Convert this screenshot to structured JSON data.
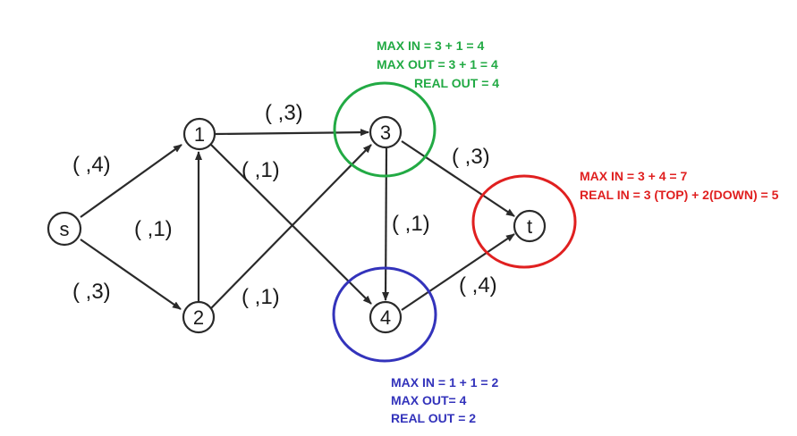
{
  "nodes": {
    "s": "s",
    "n1": "1",
    "n2": "2",
    "n3": "3",
    "n4": "4",
    "t": "t"
  },
  "edges": {
    "s_1": "( ,4)",
    "s_2": "( ,3)",
    "e2_1": "( ,1)",
    "e1_3": "( ,3)",
    "e1_4": "( ,1)",
    "e2_3": "( ,1)",
    "e3_4": "( ,1)",
    "e3_t": "( ,3)",
    "e4_t": "( ,4)"
  },
  "annotations": {
    "node3": {
      "line1": "MAX IN = 3 + 1 = 4",
      "line2": "MAX OUT = 3 + 1 = 4",
      "line3": "REAL OUT = 4",
      "color": "#22aa44"
    },
    "node_t": {
      "line1": "MAX IN = 3 + 4 = 7",
      "line2": "REAL IN = 3 (TOP) + 2(DOWN) = 5",
      "color": "#e02020"
    },
    "node4": {
      "line1": "MAX IN = 1 + 1 = 2",
      "line2": "MAX OUT= 4",
      "line3": "REAL OUT = 2",
      "color": "#3333bb"
    }
  }
}
